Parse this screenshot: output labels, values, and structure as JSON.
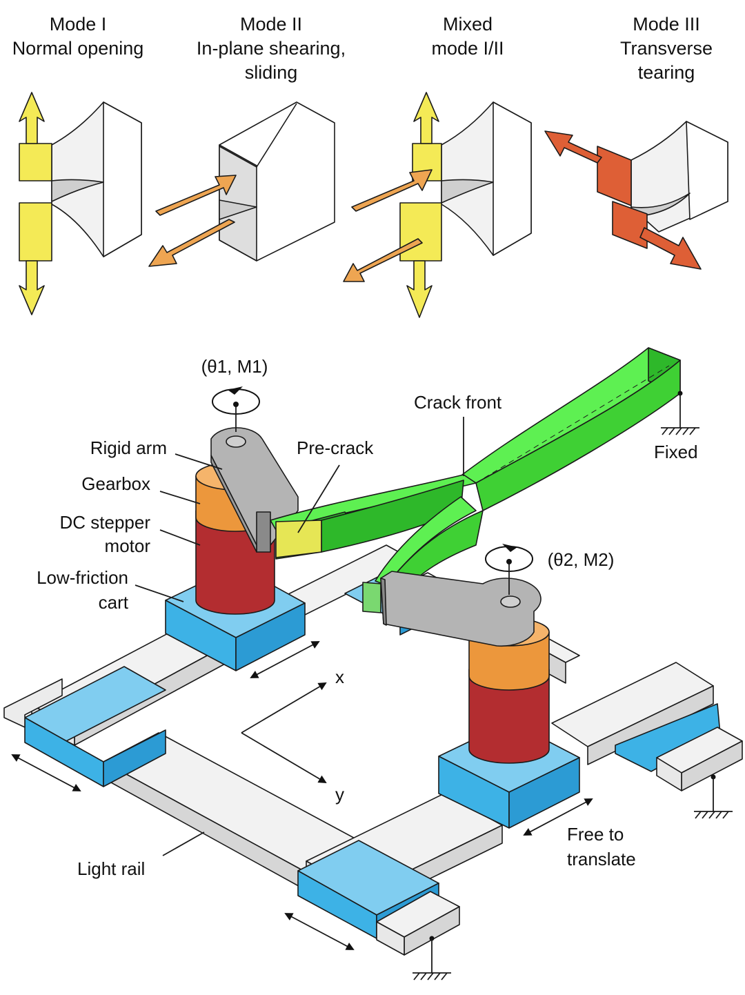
{
  "modes": [
    {
      "line1": "Mode I",
      "line2": "Normal opening",
      "line3": ""
    },
    {
      "line1": "Mode II",
      "line2": "In-plane shearing,",
      "line3": "sliding"
    },
    {
      "line1": "Mixed",
      "line2": "mode I/II",
      "line3": ""
    },
    {
      "line1": "Mode III",
      "line2": "Transverse",
      "line3": "tearing"
    }
  ],
  "apparatus": {
    "motor1_label": "(θ1, M1)",
    "motor2_label": "(θ2, M2)",
    "rigid_arm": "Rigid arm",
    "gearbox": "Gearbox",
    "dc_stepper_1": "DC stepper",
    "dc_stepper_2": "motor",
    "low_friction_1": "Low-friction",
    "low_friction_2": "cart",
    "pre_crack": "Pre-crack",
    "crack_front": "Crack front",
    "fixed": "Fixed",
    "axis_x": "x",
    "axis_y": "y",
    "free_1": "Free to",
    "free_2": "translate",
    "light_rail": "Light rail"
  },
  "colors": {
    "yellow": "#f4ea56",
    "orange_arrow": "#eea552",
    "red_arrow": "#de5f36",
    "green": "#4ee03f",
    "green_dark": "#2eb82a",
    "blue": "#3db2e6",
    "gearbox": "#ec973c",
    "motor": "#b32d30",
    "arm_gray": "#b4b4b4",
    "rail": "#e8e8e8"
  }
}
